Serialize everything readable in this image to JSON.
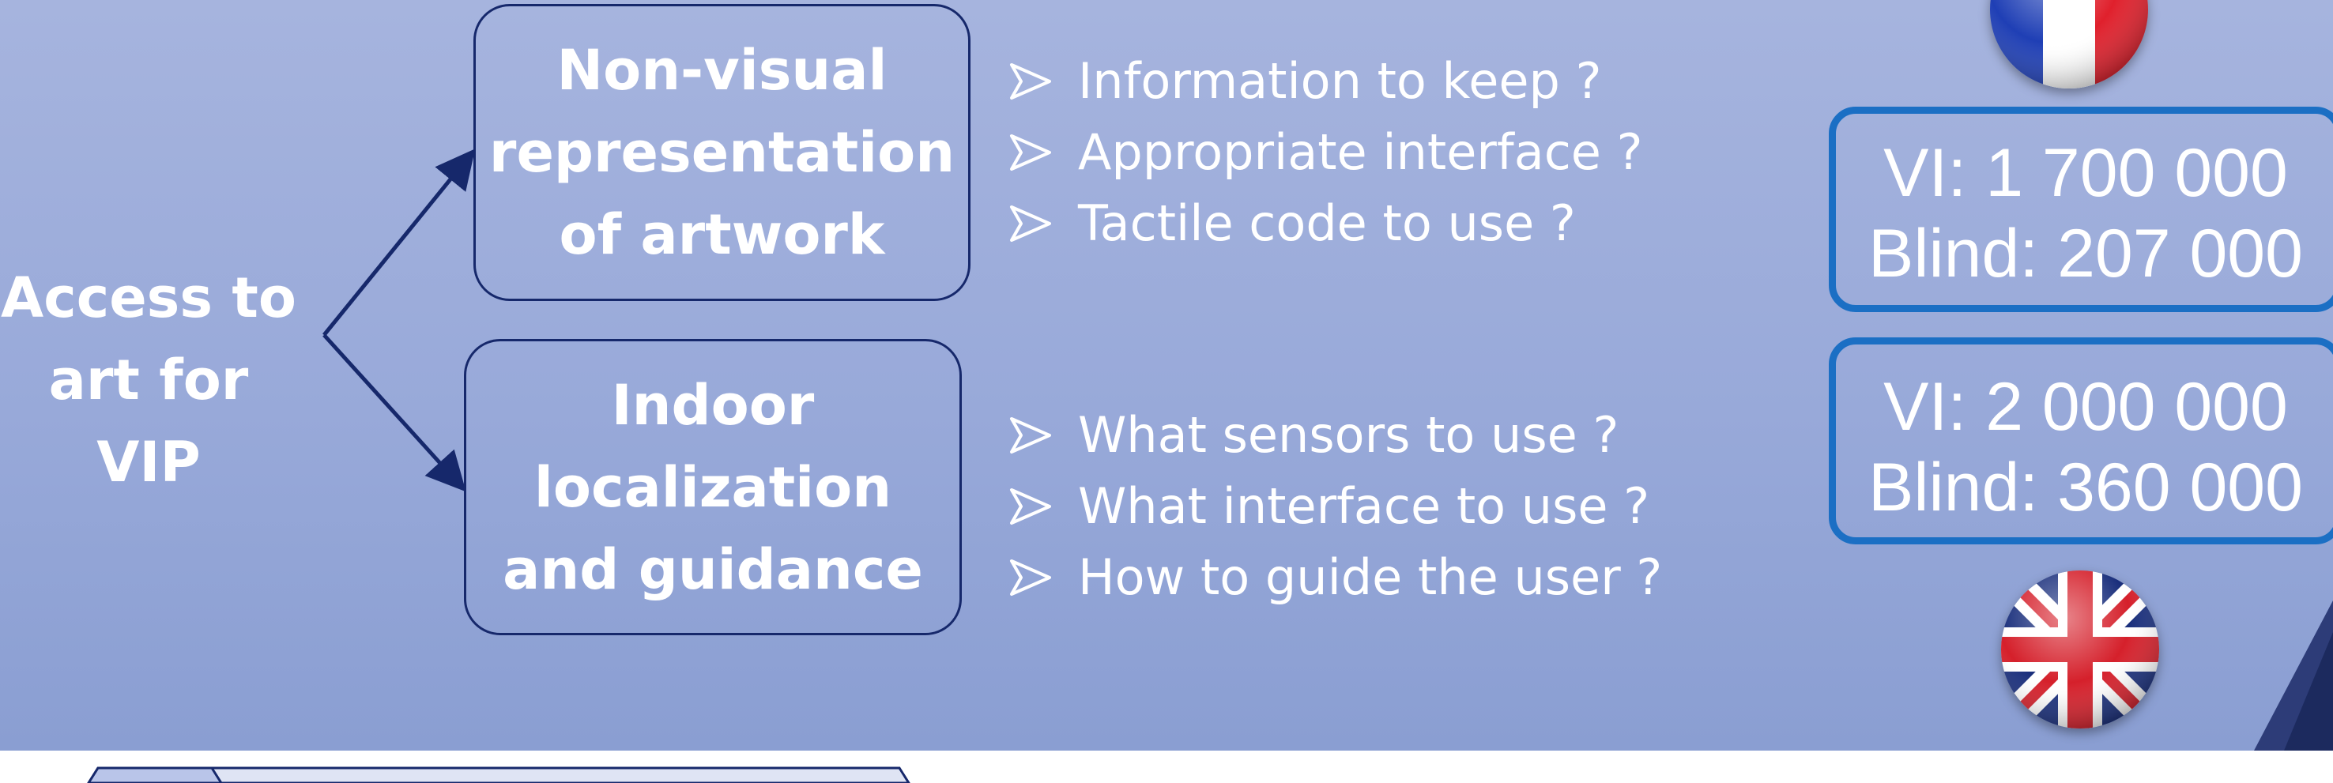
{
  "root": {
    "line1": "Access to",
    "line2": "art for VIP"
  },
  "branches": [
    {
      "title_lines": [
        "Non-visual",
        "representation",
        "of artwork"
      ],
      "questions": [
        "Information to keep ?",
        "Appropriate interface ?",
        "Tactile code to use ?"
      ]
    },
    {
      "title_lines": [
        "Indoor",
        "localization",
        "and guidance"
      ],
      "questions": [
        "What sensors to use ?",
        "What interface to use ?",
        "How to guide the user ?"
      ]
    }
  ],
  "stats": [
    {
      "country": "France",
      "vi": "VI: 1 700 000",
      "blind": "Blind: 207 000"
    },
    {
      "country": "United Kingdom",
      "vi": "VI: 2 000 000",
      "blind": "Blind: 360 000"
    }
  ],
  "icons": [
    "france-flag-icon",
    "uk-flag-icon",
    "arrow-bullet-icon"
  ],
  "colors": {
    "background": "#98a9d9",
    "box_border": "#16286b",
    "stat_border": "#1b6fc4",
    "text": "#ffffff"
  }
}
